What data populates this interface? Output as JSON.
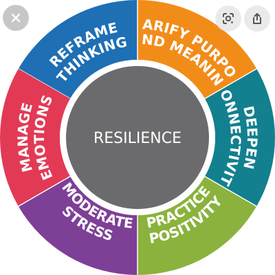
{
  "center": {
    "label": "RESILIENCE",
    "color": "#6b6b6d"
  },
  "segments": [
    {
      "id": "reframe",
      "lines": [
        "REFRAME",
        "THINKING"
      ],
      "color": "#1e6fb4"
    },
    {
      "id": "clarify",
      "lines": [
        "CLARIFY PURPOSE",
        "AND MEANING"
      ],
      "color": "#f28c19"
    },
    {
      "id": "connectivity",
      "lines": [
        "DEEPEN",
        "CONNECTIVITY"
      ],
      "color": "#12808f"
    },
    {
      "id": "positivity",
      "lines": [
        "PRACTICE",
        "POSITIVITY"
      ],
      "color": "#8ab23d"
    },
    {
      "id": "stress",
      "lines": [
        "MODERATE",
        "STRESS"
      ],
      "color": "#7e3f97"
    },
    {
      "id": "emotions",
      "lines": [
        "MANAGE",
        "EMOTIONS"
      ],
      "color": "#e23a55"
    }
  ],
  "controls": {
    "close_icon": "close-icon",
    "lens_icon": "google-lens-icon",
    "share_icon": "share-icon"
  }
}
